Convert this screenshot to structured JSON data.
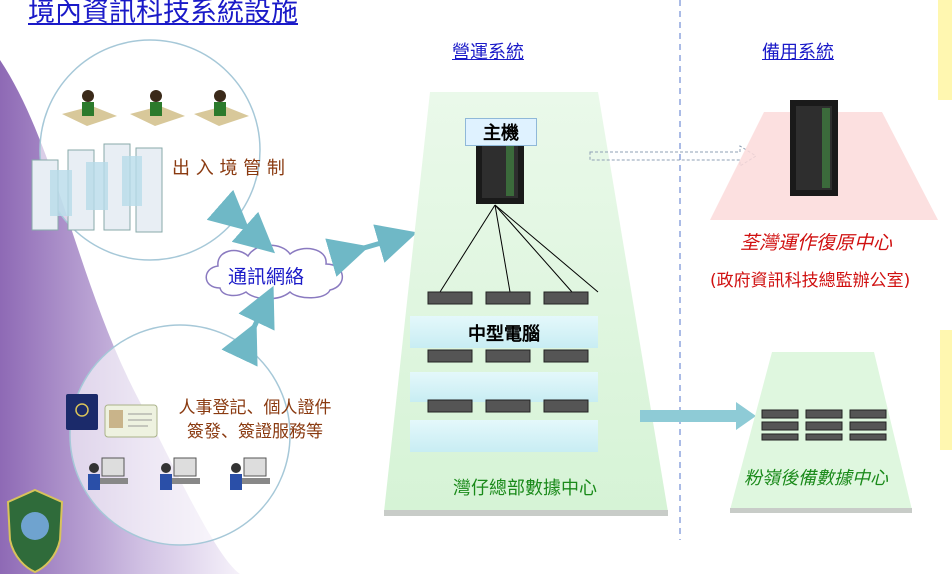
{
  "title": "境內資訊科技系統設施",
  "columns": {
    "primary": "營運系統",
    "backup": "備用系統"
  },
  "left": {
    "immigration_control": "出 入 境 管 制",
    "network": "通訊網絡",
    "services_line1": "人事登記、個人證件",
    "services_line2": "簽發、簽證服務等"
  },
  "primary": {
    "mainframe": "主機",
    "midrange": "中型電腦",
    "datacenter": "灣仔總部數據中心"
  },
  "backup": {
    "recovery_center": "荃灣運作復原中心",
    "recovery_note": "(政府資訊科技總監辦公室)",
    "backup_datacenter": "粉嶺後備數據中心"
  },
  "colors": {
    "title": "#1a1ac8",
    "label_brown": "#8a3a10",
    "red": "#d01010",
    "green_text": "#1a8a1a",
    "trapezoid_green": "#dff7df",
    "trapezoid_pink": "#fbdada"
  },
  "icons": [
    "officer-at-desk-icon",
    "gate-icon",
    "cloud-icon",
    "passport-icon",
    "id-card-icon",
    "computer-user-icon",
    "server-rack-icon",
    "rack-server-icon",
    "emblem-icon"
  ]
}
